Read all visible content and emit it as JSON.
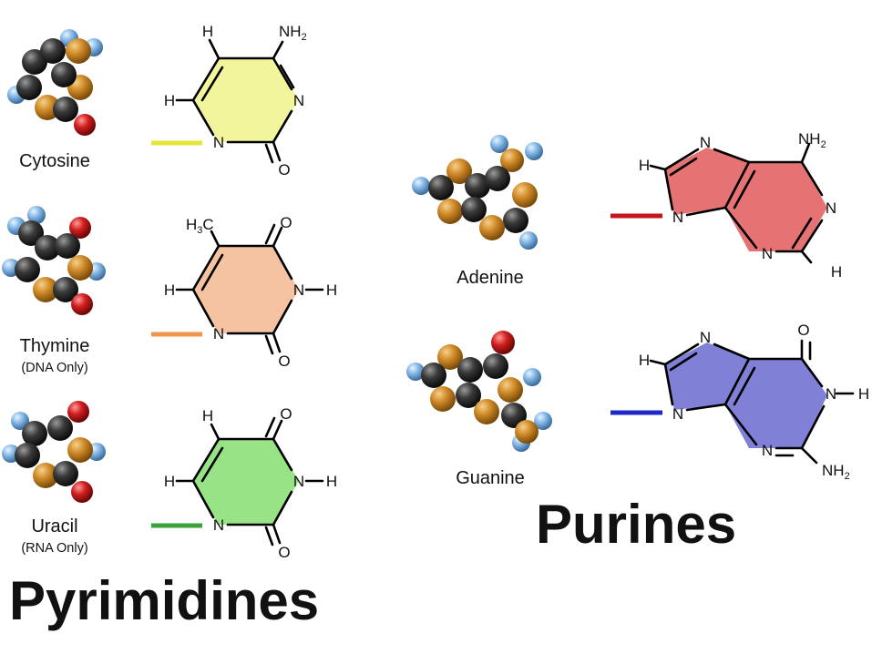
{
  "groups": {
    "pyrimidines": "Pyrimidines",
    "purines": "Purines"
  },
  "bases": {
    "cytosine": {
      "name": "Cytosine",
      "note": "",
      "fill": "#f3f59d",
      "link": "#e6e638",
      "atoms": {
        "top_left": "H",
        "amine": "NH",
        "amine_sub": "2",
        "left_h": "H",
        "n_right": "N",
        "n_bottom": "N",
        "o_bottom": "O"
      }
    },
    "thymine": {
      "name": "Thymine",
      "note": "(DNA Only)",
      "fill": "#f6c3a2",
      "link": "#f0954e",
      "atoms": {
        "methyl": "H",
        "methyl_sub": "3",
        "methyl_c": "C",
        "o_top": "O",
        "left_h": "H",
        "nh_n": "N",
        "nh_h": "H",
        "n_bottom": "N",
        "o_bottom": "O"
      }
    },
    "uracil": {
      "name": "Uracil",
      "note": "(RNA Only)",
      "fill": "#98e386",
      "link": "#3aa33a",
      "atoms": {
        "top_h": "H",
        "o_top": "O",
        "left_h": "H",
        "nh_n": "N",
        "nh_h": "H",
        "n_bottom": "N",
        "o_bottom": "O"
      }
    },
    "adenine": {
      "name": "Adenine",
      "fill": "#e57373",
      "link": "#c4161c",
      "atoms": {
        "n_top": "N",
        "amine": "NH",
        "amine_sub": "2",
        "h_left": "H",
        "n_right": "N",
        "n_link": "N",
        "n_bottom": "N",
        "h_bottom": "H"
      }
    },
    "guanine": {
      "name": "Guanine",
      "fill": "#7f80d6",
      "link": "#1e28c8",
      "atoms": {
        "n_top": "N",
        "o_top": "O",
        "h_left": "H",
        "nh_n": "N",
        "nh_h": "H",
        "n_link": "N",
        "n_bottom": "N",
        "amine": "NH",
        "amine_sub": "2"
      }
    }
  },
  "atom_colors": {
    "carbon": "#3a3a3a",
    "nitrogen": "#d18c2a",
    "oxygen": "#d21f1f",
    "hydrogen": "#7fb6e8"
  }
}
